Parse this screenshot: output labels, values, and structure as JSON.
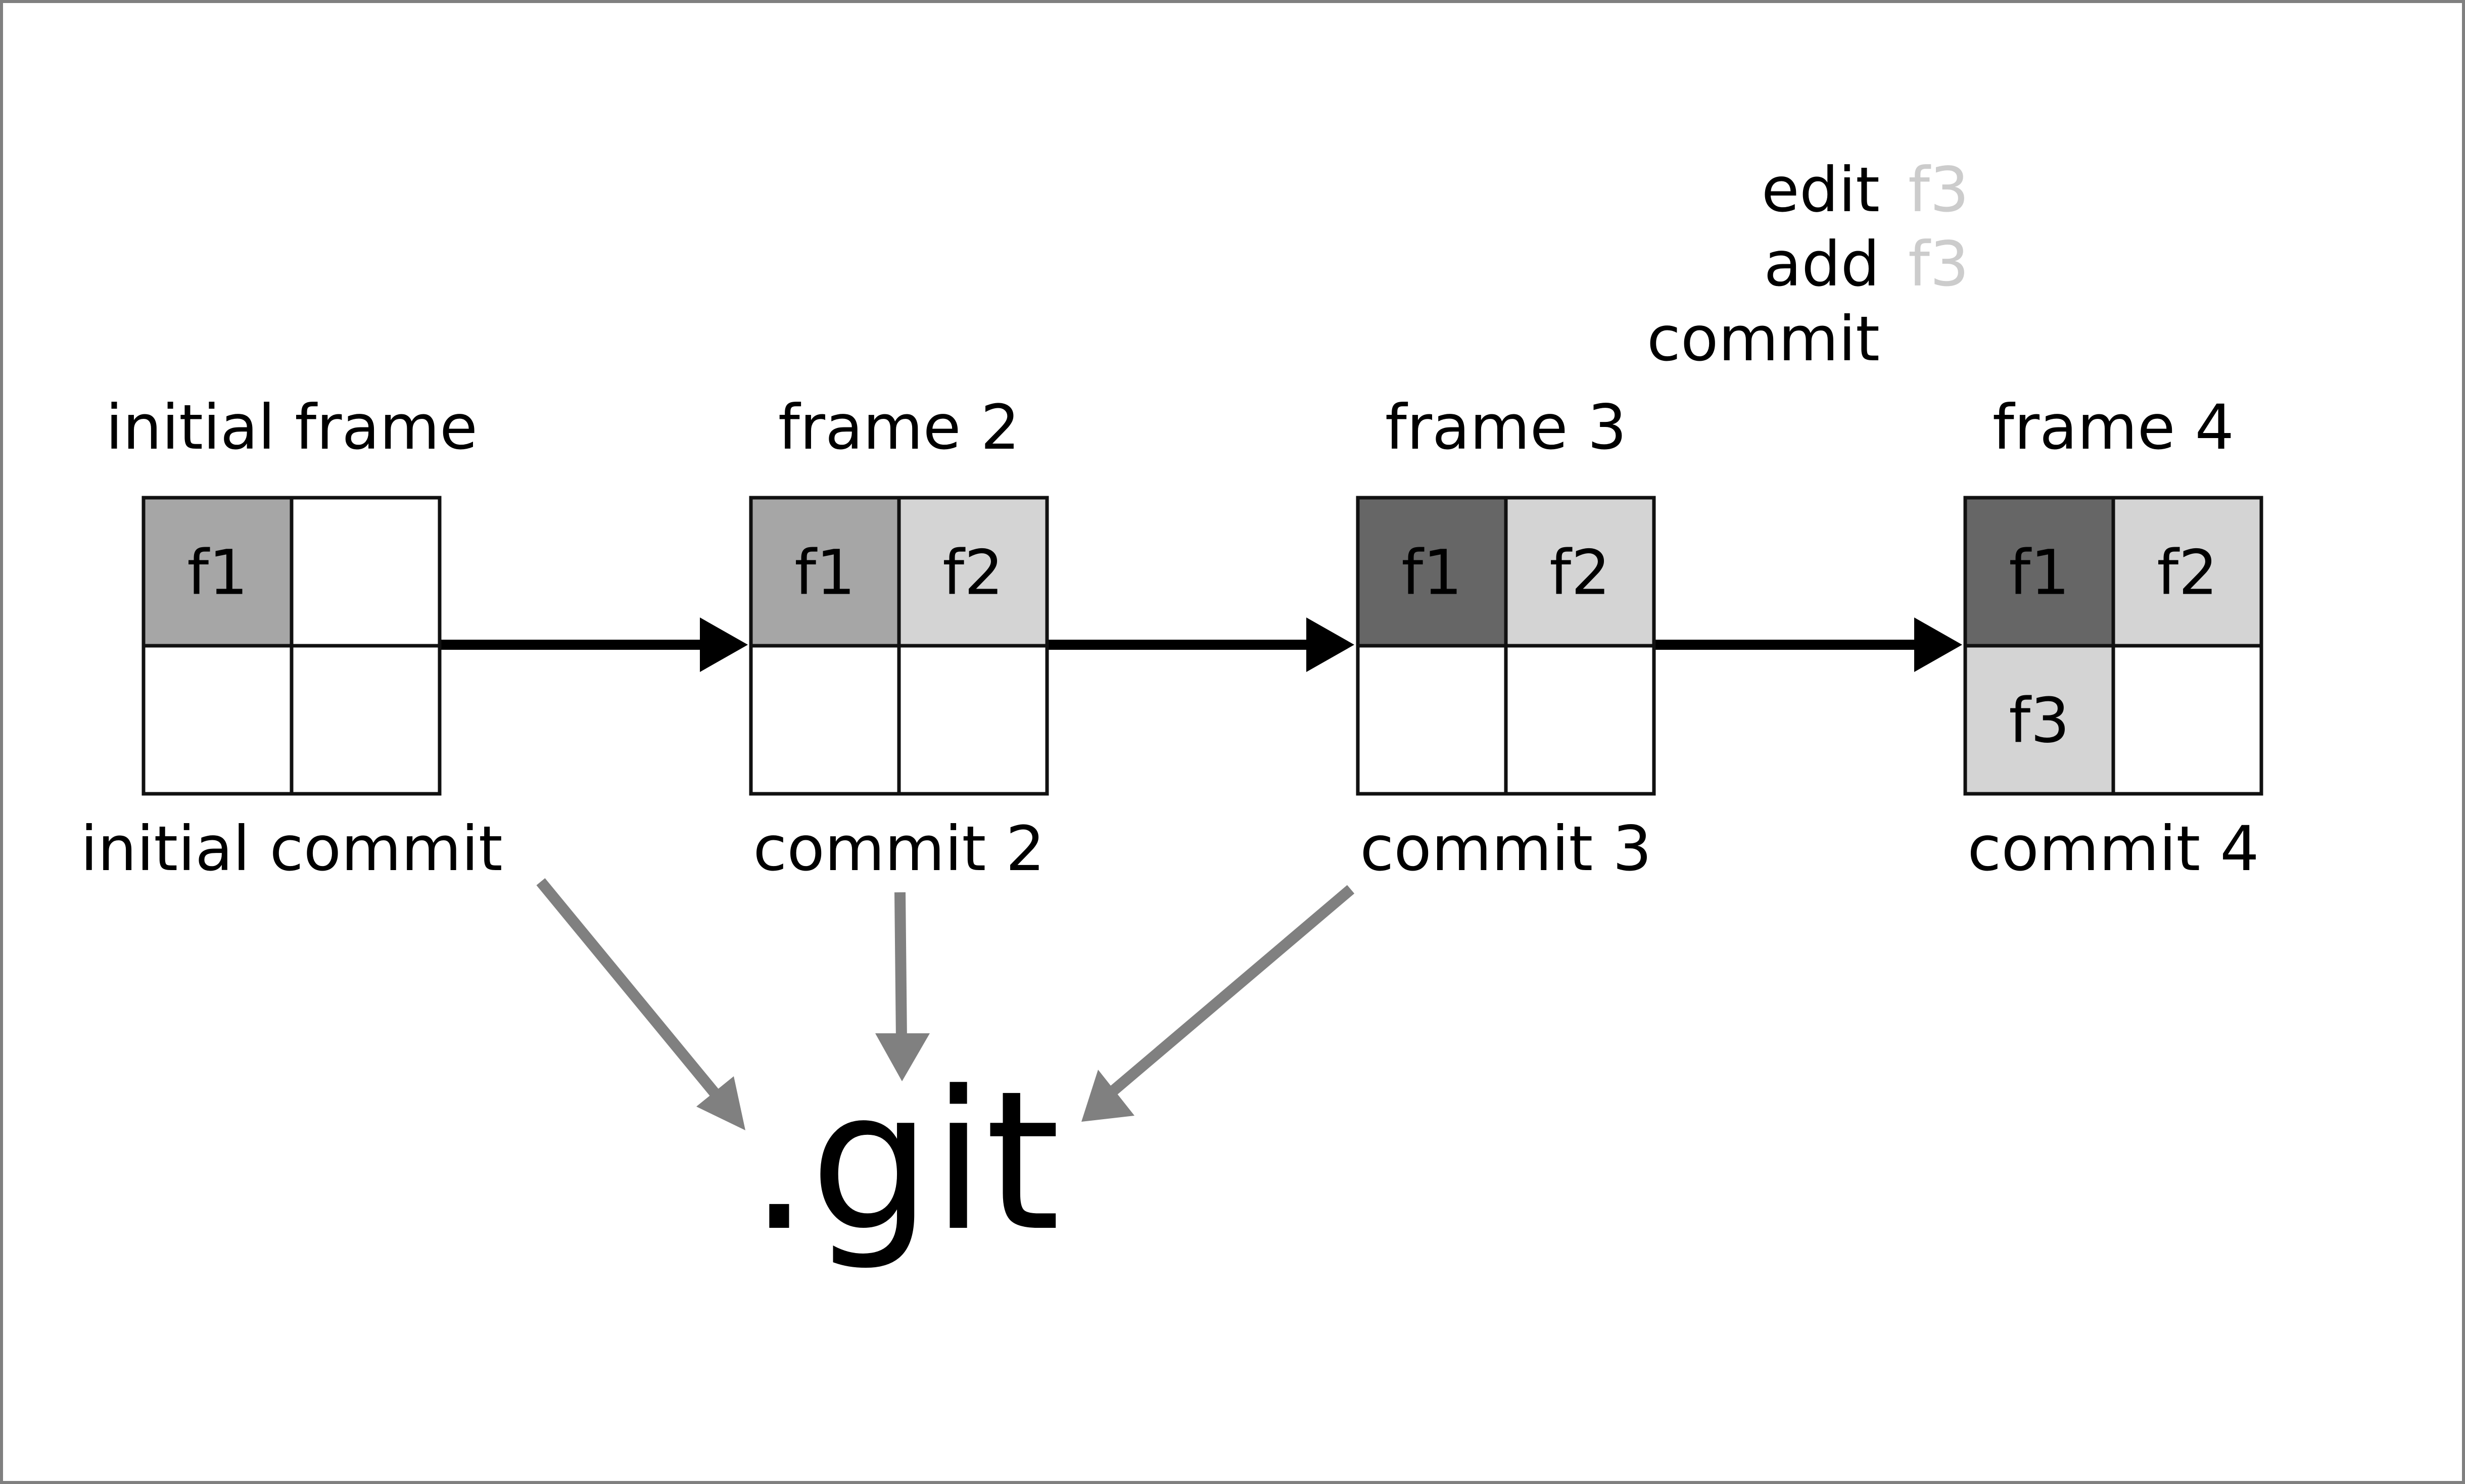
{
  "colors": {
    "border": "#808080",
    "f1_light": "#a6a6a6",
    "f1_dark": "#666666",
    "f2_f3": "#d4d4d4",
    "empty": "#ffffff",
    "grid_stroke": "#111111",
    "time_arrow": "#000000",
    "git_arrow": "#808080",
    "text": "#000000",
    "ghost_text": "#cccccc"
  },
  "frames": [
    {
      "id": "frame-1",
      "title": "initial frame",
      "commit": "initial commit",
      "cells": [
        {
          "label": "f1",
          "fill": "f1_light"
        },
        {
          "label": "",
          "fill": "empty"
        },
        {
          "label": "",
          "fill": "empty"
        },
        {
          "label": "",
          "fill": "empty"
        }
      ]
    },
    {
      "id": "frame-2",
      "title": "frame 2",
      "commit": "commit 2",
      "cells": [
        {
          "label": "f1",
          "fill": "f1_light"
        },
        {
          "label": "f2",
          "fill": "f2_f3"
        },
        {
          "label": "",
          "fill": "empty"
        },
        {
          "label": "",
          "fill": "empty"
        }
      ]
    },
    {
      "id": "frame-3",
      "title": "frame 3",
      "commit": "commit 3",
      "cells": [
        {
          "label": "f1",
          "fill": "f1_dark"
        },
        {
          "label": "f2",
          "fill": "f2_f3"
        },
        {
          "label": "",
          "fill": "empty"
        },
        {
          "label": "",
          "fill": "empty"
        }
      ]
    },
    {
      "id": "frame-4",
      "title": "frame 4",
      "commit": "commit 4",
      "cells": [
        {
          "label": "f1",
          "fill": "f1_dark"
        },
        {
          "label": "f2",
          "fill": "f2_f3"
        },
        {
          "label": "f3",
          "fill": "f2_f3"
        },
        {
          "label": "",
          "fill": "empty"
        }
      ]
    }
  ],
  "steps": [
    {
      "verb": "edit",
      "ghost": "f3"
    },
    {
      "verb": "add",
      "ghost": "f3"
    },
    {
      "verb": "commit",
      "ghost": ""
    }
  ],
  "repo_label": ".git"
}
